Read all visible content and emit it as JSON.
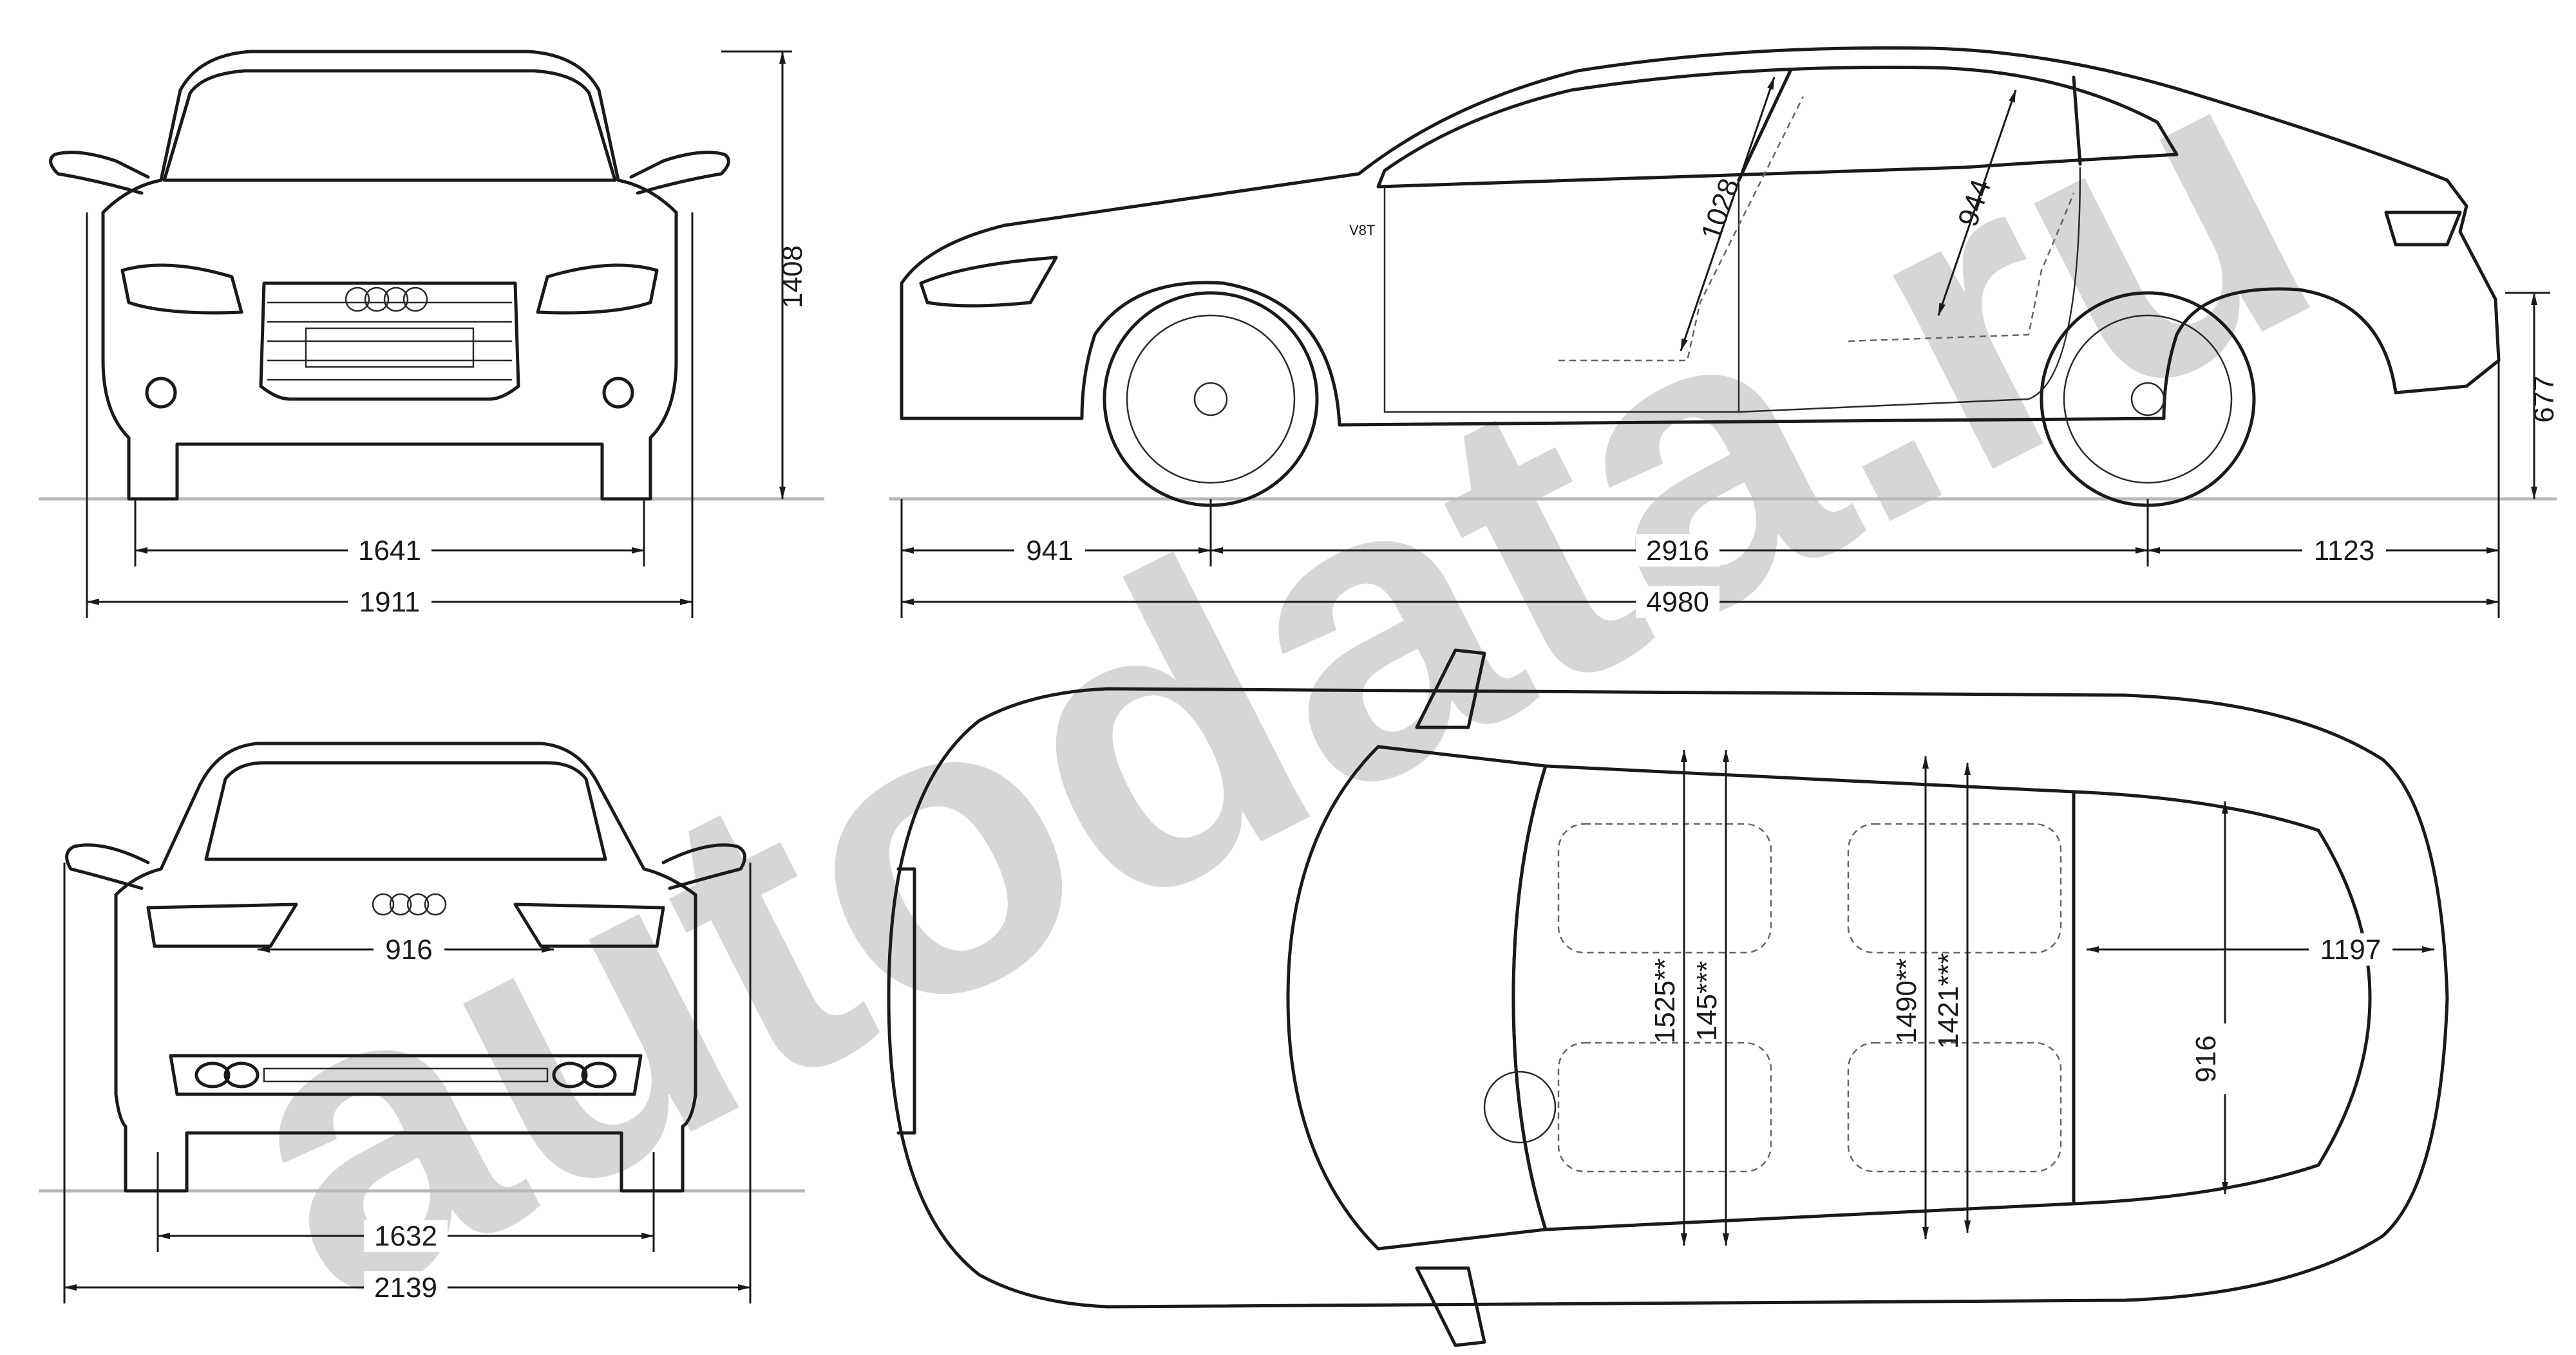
{
  "watermark": {
    "text": "autodata.ru",
    "color": "#d0d0d0"
  },
  "front_view": {
    "height": "1408",
    "track": "1641",
    "width": "1911"
  },
  "side_view": {
    "front_overhang": "941",
    "wheelbase": "2916",
    "rear_overhang": "1123",
    "length": "4980",
    "front_headroom": "1028",
    "rear_headroom": "944",
    "trunk_sill_height": "677",
    "badge": "V8T"
  },
  "rear_view": {
    "trunk_opening_width": "916",
    "rear_track": "1632",
    "width_with_mirrors": "2139"
  },
  "top_view": {
    "front_shoulder_width": "1525**",
    "front_shoulder_width_alt": "145***",
    "rear_shoulder_width": "1490**",
    "rear_shoulder_width_alt": "1421***",
    "trunk_length": "1197",
    "trunk_width": "916"
  },
  "colors": {
    "line": "#1a1a1a",
    "ground": "#b8b8b8",
    "dashed": "#666666"
  }
}
